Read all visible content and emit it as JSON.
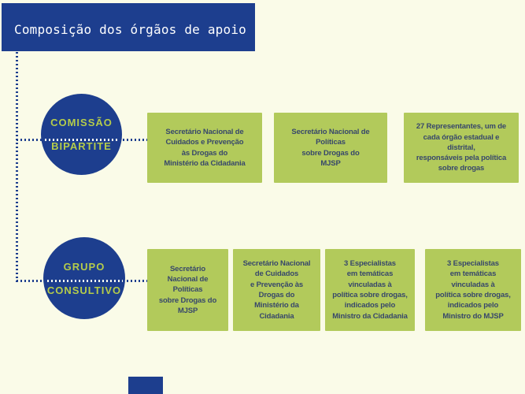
{
  "title": "Composição dos órgãos de apoio",
  "colors": {
    "background": "#fafbe8",
    "navy": "#1d3e8e",
    "green_box": "#b2ca5b",
    "circle_label_green": "#b5cc4a",
    "box_text_navy": "#37476b",
    "title_text": "#ffffff"
  },
  "groups": [
    {
      "name": "COMISSÃO BIPARTITE",
      "name_line1": "COMISSÃO",
      "name_line2": "BIPARTITE",
      "members": [
        "Secretário Nacional de\nCuidados e Prevenção\nàs Drogas do\nMinistério da Cidadania",
        "Secretário Nacional de\nPolíticas\nsobre Drogas do\nMJSP",
        "27 Representantes, um de\ncada órgão estadual e\ndistrital,\nresponsáveis pela política\nsobre drogas"
      ]
    },
    {
      "name": "GRUPO CONSULTIVO",
      "name_line1": "GRUPO",
      "name_line2": "CONSULTIVO",
      "members": [
        "Secretário\nNacional de\nPolíticas\nsobre Drogas do\nMJSP",
        "Secretário Nacional\nde Cuidados\ne Prevenção às\nDrogas do\nMinistério da\nCidadania",
        "3 Especialistas\nem temáticas\nvinculadas à\npolítica sobre drogas,\nindicados pelo\nMinistro da Cidadania",
        "3 Especialistas\nem temáticas\nvinculadas à\npolítica sobre drogas,\nindicados pelo\nMinistro do MJSP"
      ]
    }
  ]
}
